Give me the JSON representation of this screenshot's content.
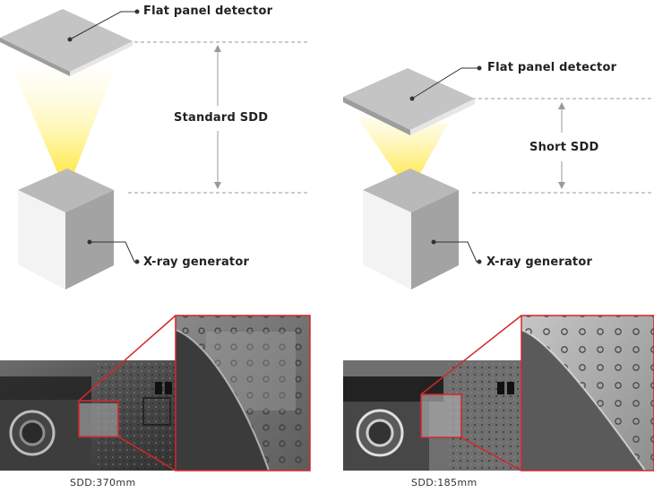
{
  "left_setup": {
    "detector_label": "Flat panel detector",
    "distance_label": "Standard SDD",
    "generator_label": "X-ray generator",
    "image_caption": "SDD:370mm"
  },
  "right_setup": {
    "detector_label": "Flat panel detector",
    "distance_label": "Short SDD",
    "generator_label": "X-ray generator",
    "image_caption": "SDD:185mm"
  },
  "colors": {
    "beam": "#ffe43a",
    "zoom_frame": "#d4262c",
    "panel_top": "#c9c9c9",
    "dashed_line": "#9a9a9a"
  },
  "icons": [
    "flat-panel-detector",
    "x-ray-cone",
    "x-ray-generator-cube",
    "x-ray-image",
    "zoom-inset"
  ]
}
